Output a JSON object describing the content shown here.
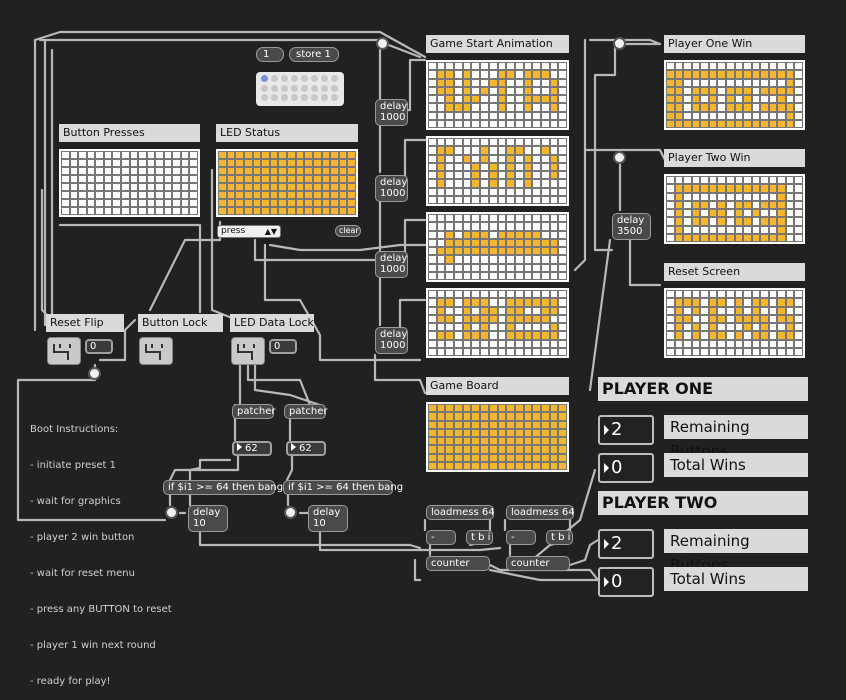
{
  "patch": {
    "matrixctrl_top": {
      "msg_one": "1",
      "msg_store": "store 1"
    },
    "labels": {
      "button_presses": "Button Presses",
      "led_status": "LED Status",
      "game_start_animation": "Game Start Animation",
      "player_one_win": "Player One Win",
      "player_two_win": "Player Two Win",
      "reset_screen": "Reset Screen",
      "game_board": "Game Board",
      "reset_flip_flop": "Reset Flip Flop",
      "button_lock": "Button Lock",
      "led_data_lock": "LED Data Lock"
    },
    "umenu_value": "press",
    "clear_label": "clear",
    "delays": {
      "d1": "delay\n1000",
      "d2": "delay\n1000",
      "d3": "delay\n1000",
      "d4": "delay\n1000",
      "d5": "delay\n3500",
      "d6": "delay\n10",
      "d7": "delay\n10"
    },
    "number_boxes": {
      "flip_flop": "0",
      "led_lock": "0",
      "patcher_left": "62",
      "patcher_right": "62"
    },
    "objects": {
      "patcher_a": "patcher",
      "patcher_b": "patcher",
      "if_a": "if $i1 >= 64 then bang",
      "if_b": "if $i1 >= 64 then bang",
      "loadmess_a": "loadmess 64",
      "loadmess_b": "loadmess 64",
      "minus_a": "-",
      "minus_b": "-",
      "tbi_a": "t b i",
      "tbi_b": "t b i",
      "counter_a": "counter",
      "counter_b": "counter"
    },
    "boot_instructions": [
      "Boot Instructions:",
      "- initiate preset 1",
      "- wait for graphics",
      "- player 2 win button",
      "- wait for reset menu",
      "- press any BUTTON to reset",
      "- player 1 win next round",
      "- ready for play!"
    ],
    "scoreboard": {
      "player_one_title": "PLAYER ONE",
      "player_two_title": "PLAYER TWO",
      "p1_remaining_value": "2",
      "p1_remaining_label": "Remaining Buttons",
      "p1_wins_value": "0",
      "p1_wins_label": "Total Wins",
      "p2_remaining_value": "2",
      "p2_remaining_label": "Remaining Buttons",
      "p2_wins_value": "0",
      "p2_wins_label": "Total Wins"
    }
  },
  "grids": {
    "button_presses": {
      "cols": 16,
      "rows": 8,
      "pattern": []
    },
    "led_status": {
      "cols": 16,
      "rows": 8,
      "pattern": [
        "1111111111111111",
        "1111111111111111",
        "1111111111111111",
        "1111111111111111",
        "1111111111111111",
        "1111111111111111",
        "1111111111111111",
        "1111111111111111"
      ]
    },
    "anim1": {
      "cols": 16,
      "rows": 8,
      "pattern": [
        "0000000000000000",
        "0110100011011100",
        "0110100110010010",
        "0110101010010010",
        "0010110010011110",
        "0011100010010010",
        "0000000000000000",
        "0000000000000000"
      ]
    },
    "anim2": {
      "cols": 16,
      "rows": 8,
      "pattern": [
        "0000000000000000",
        "0110001001100100",
        "0100101001010010",
        "0100010101010010",
        "0100010101010010",
        "0100010101010000",
        "0000000000000000",
        "0000000000000000"
      ]
    },
    "anim3": {
      "cols": 16,
      "rows": 8,
      "pattern": [
        "0000000000000000",
        "0000000000000000",
        "0010111011111000",
        "0011111111111110",
        "0111111111111110",
        "0010000000000000",
        "0000000000000000",
        "0000000000000000"
      ]
    },
    "anim4": {
      "cols": 16,
      "rows": 8,
      "pattern": [
        "0000000000000000",
        "0110111001111110",
        "0100101101100110",
        "0110111101111100",
        "0000101001000010",
        "0110111001111110",
        "0000000000000000",
        "0000000000000000"
      ]
    },
    "p1win": {
      "cols": 16,
      "rows": 8,
      "pattern": [
        "0000000000000000",
        "1111111111111110",
        "1100000000000010",
        "1101110111011110",
        "1101010101000100",
        "1101110111011110",
        "1100000000000010",
        "1111111111111110"
      ]
    },
    "p2win": {
      "cols": 16,
      "rows": 8,
      "pattern": [
        "0000000000000000",
        "0111111111111100",
        "0100000000000100",
        "0101101011011100",
        "0101011010100100",
        "0101101011011100",
        "0100000000000100",
        "0111111111111100"
      ]
    },
    "reset": {
      "cols": 16,
      "rows": 8,
      "pattern": [
        "0000000000000000",
        "0111011010110110",
        "0101010010100100",
        "0110011011110110",
        "0101010001010010",
        "0101011010110110",
        "0000000000000000",
        "0000000000000000"
      ]
    },
    "game_board": {
      "cols": 16,
      "rows": 8,
      "pattern": [
        "1111111111111111",
        "1111111111111111",
        "1111111111111111",
        "1111111111111111",
        "1111111111111111",
        "1111111111111111",
        "1111111111111111",
        "1111111111111111"
      ]
    }
  },
  "colors": {
    "led_on": "#f6b72e",
    "led_off": "#ffffff",
    "background": "#212121",
    "cable": "#b8b8b8"
  }
}
